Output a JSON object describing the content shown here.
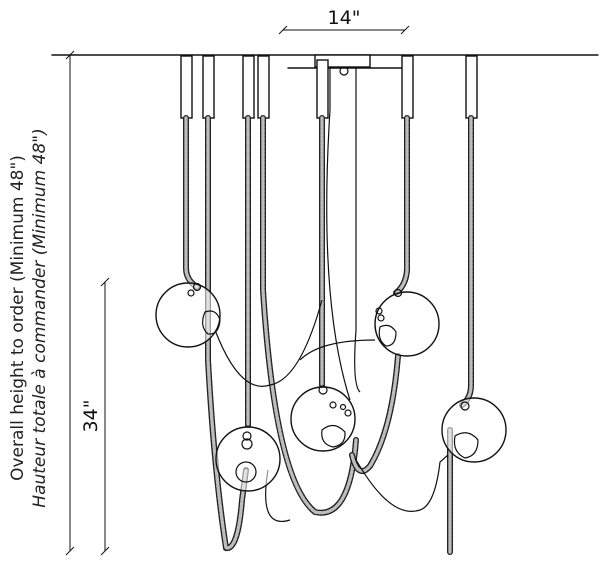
{
  "dimensions": {
    "canopy_width": "14\"",
    "drop_height": "34\""
  },
  "labels": {
    "overall_height_en": "Overall height to order (Minimum 48\")",
    "overall_height_fr": "Hauteur totale à commander (Minimum 48\")"
  }
}
